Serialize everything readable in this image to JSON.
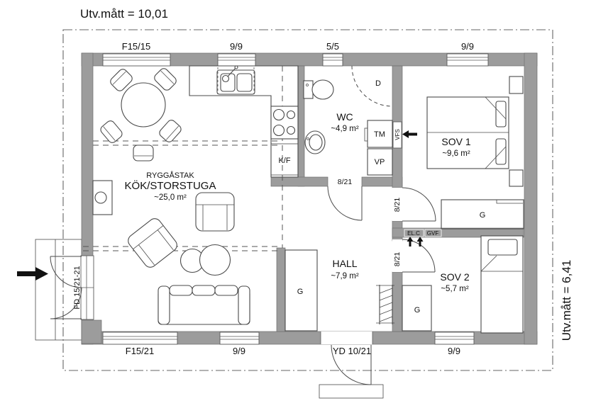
{
  "titles": {
    "top": "Utv.mått = 10,01",
    "right": "Utv.mått = 6,41"
  },
  "windows_top": [
    "F15/15",
    "9/9",
    "5/5",
    "9/9"
  ],
  "windows_bottom": [
    "F15/21",
    "9/9",
    "YD 10/21",
    "9/9"
  ],
  "doors": {
    "entrance": "FD 15/21-21",
    "interior": "8/21"
  },
  "rooms": {
    "kitchen": {
      "note": "RYGGÅSTAK",
      "name": "KÖK/STORSTUGA",
      "area": "~25,0 m²"
    },
    "wc": {
      "name": "WC",
      "area": "~4,9 m²"
    },
    "hall": {
      "name": "HALL",
      "area": "~7,9 m²"
    },
    "sov1": {
      "name": "SOV 1",
      "area": "~9,6 m²"
    },
    "sov2": {
      "name": "SOV 2",
      "area": "~5,7 m²"
    }
  },
  "fixtures": {
    "washing_machine": "TM",
    "heat_pump": "VP",
    "fridge_freezer": "K/F",
    "shower": "D",
    "wardrobe": "G",
    "vent_shaft": "VFS",
    "electric_central": "EL.C",
    "floor_heating": "GVF"
  },
  "colors": {
    "wall": "#9c9c9c",
    "line": "#4a4a4a",
    "boundary": "#666666",
    "background": "#ffffff"
  }
}
